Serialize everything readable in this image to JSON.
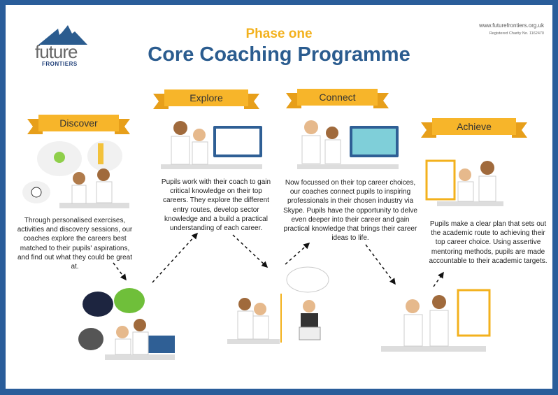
{
  "header": {
    "phase": "Phase one",
    "title": "Core Coaching Programme",
    "url": "www.futurefrontiers.org.uk",
    "charity": "Registered Charity No. 1162470"
  },
  "logo": {
    "line1": "future",
    "line2": "FRONTIERS"
  },
  "stages": [
    {
      "label": "Discover",
      "text": "Through personalised exercises, activities and discovery sessions, our coaches explore the careers best matched to their pupils' aspirations, and find out what they could be great at."
    },
    {
      "label": "Explore",
      "text": "Pupils work with their coach to gain critical knowledge on their top careers. They explore the different entry routes, develop sector knowledge and a build a practical understanding of each career."
    },
    {
      "label": "Connect",
      "text": "Now focussed on their top career choices, our coaches connect pupils to inspiring professionals in their chosen industry via Skype. Pupils have the opportunity to delve even deeper into their career and gain practical knowledge that brings their career ideas to life."
    },
    {
      "label": "Achieve",
      "text": "Pupils make a clear plan that sets out the academic route to achieving their top career choice.  Using assertive mentoring methods, pupils are made accountable to their academic targets."
    }
  ],
  "colors": {
    "border": "#2a5d9a",
    "accent": "#f7b52a",
    "title": "#2b5c8f"
  }
}
